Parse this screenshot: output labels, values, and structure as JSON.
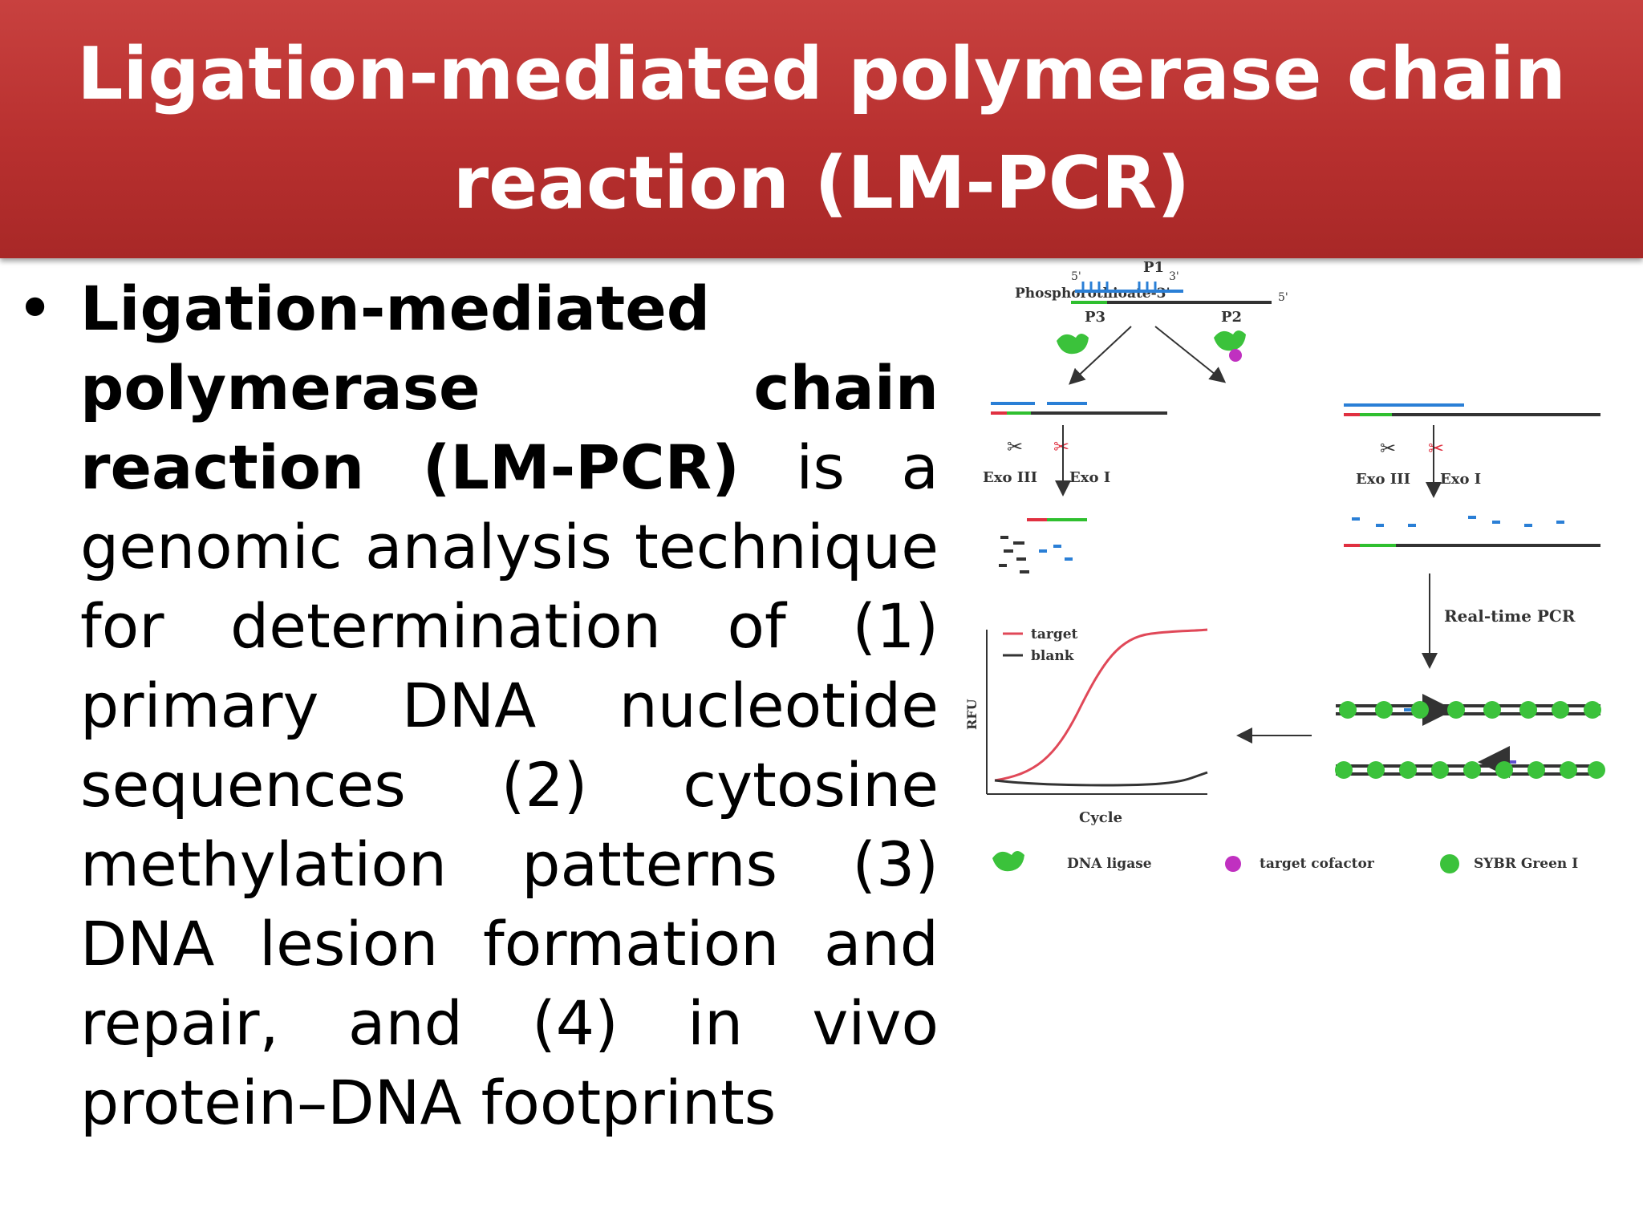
{
  "slide": {
    "title": "Ligation-mediated polymerase chain reaction (LM-PCR)",
    "bullet_marker": "•",
    "bullet_bold": "Ligation-mediated polymerase chain reaction (LM-PCR)",
    "bullet_text": " is a genomic analysis technique for determination of (1) primary DNA nucleotide sequences (2) cytosine methylation patterns (3) DNA lesion formation and repair, and (4) in vivo protein–DNA footprints"
  },
  "figure": {
    "labels": {
      "p1": "P1",
      "p2": "P2",
      "p3": "P3",
      "five_prime": "5'",
      "three_prime": "3'",
      "five_prime_end": "5'",
      "phosphorothioate": "Phosphorothioate-3'",
      "exo3_left": "Exo III",
      "exo1_left": "Exo I",
      "exo3_right": "Exo III",
      "exo1_right": "Exo I",
      "realtime_pcr": "Real-time PCR",
      "rfu": "RFU",
      "cycle": "Cycle",
      "legend_target": "target",
      "legend_blank": "blank"
    },
    "key": {
      "dna_ligase": "DNA ligase",
      "target_cofactor": "target cofactor",
      "sybr_green": "SYBR Green I"
    },
    "colors": {
      "strand_black": "#333333",
      "primer_blue": "#2a7fd6",
      "primer_green": "#2fbf2f",
      "primer_red": "#e03040",
      "ligase_green": "#3bc23b",
      "cofactor_magenta": "#c030c0",
      "target_curve": "#e04858",
      "blank_curve": "#333333"
    }
  }
}
